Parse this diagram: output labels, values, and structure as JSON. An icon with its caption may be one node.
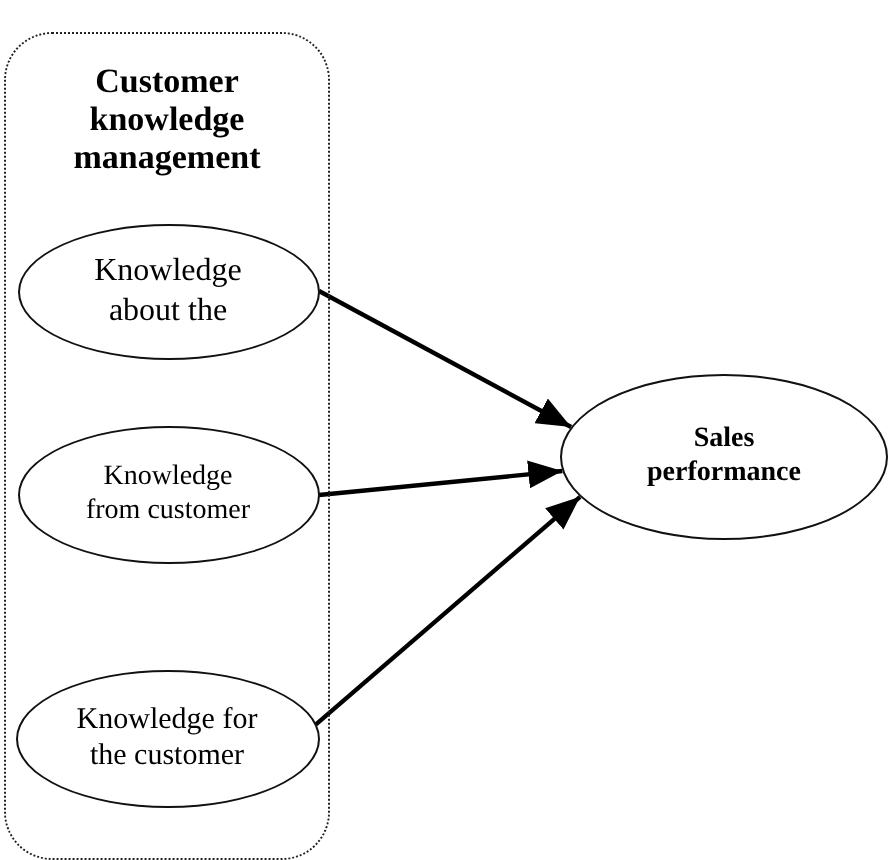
{
  "diagram": {
    "nodes": [
      {
        "text": [
          "Customer knowledge management"
        ]
      },
      {
        "text": [
          "Knowledge about the"
        ],
        "in": 0
      },
      {
        "text": [
          "Knowledge from customer"
        ],
        "in": 0
      },
      {
        "text": [
          "Knowledge for the customer"
        ],
        "in": 0
      },
      {
        "text": [
          "Sales performance"
        ]
      }
    ],
    "edges": [
      {
        "from": 1,
        "to": 4,
        "arrow": "to"
      },
      {
        "from": 2,
        "to": 4,
        "arrow": "to"
      },
      {
        "from": 3,
        "to": 4,
        "arrow": "to"
      }
    ]
  }
}
